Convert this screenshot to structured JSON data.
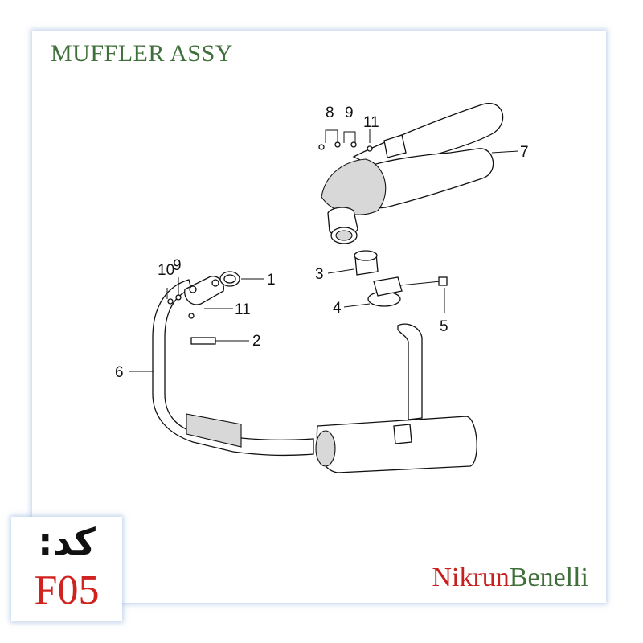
{
  "title": "MUFFLER ASSY",
  "callouts": {
    "c1": "1",
    "c2": "2",
    "c3": "3",
    "c4": "4",
    "c5": "5",
    "c6": "6",
    "c7": "7",
    "c8": "8",
    "c9a": "9",
    "c9b": "9",
    "c10": "10",
    "c11a": "11",
    "c11b": "11"
  },
  "code": {
    "label": "کد:",
    "value": "F05"
  },
  "brand": {
    "part1": "Nikrun",
    "part2": "Benelli"
  },
  "colors": {
    "title": "#3f6f3a",
    "code_value": "#d0231f",
    "brand_red": "#c8201e",
    "brand_green": "#3f6f3a"
  }
}
